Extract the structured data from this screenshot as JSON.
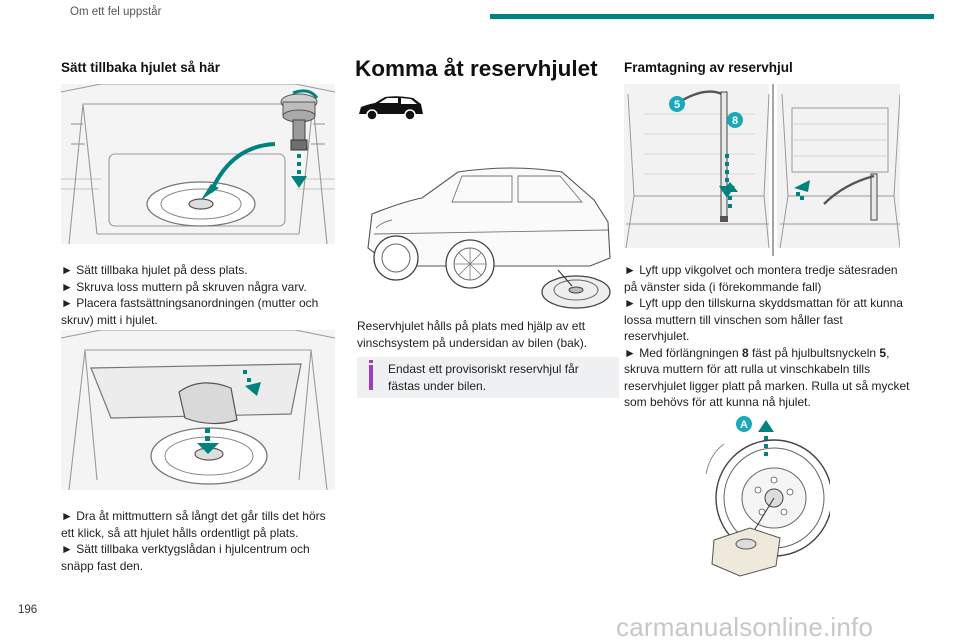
{
  "header": {
    "section": "Om ett fel uppstår",
    "page_number": "196"
  },
  "watermark": "carmanualsonline.info",
  "colors": {
    "accent": "#00827f",
    "info": "#a03cc0",
    "callout": "#1aa9b9"
  },
  "col1": {
    "heading": "Sätt tillbaka hjulet så här",
    "steps_a": [
      "► Sätt tillbaka hjulet på dess plats.",
      "► Skruva loss muttern på skruven några varv.",
      "► Placera fastsättningsanordningen (mutter och skruv) mitt i hjulet."
    ],
    "steps_b": [
      "► Dra åt mittmuttern så långt det går tills det hörs ett klick, så att hjulet hålls ordentligt på plats.",
      "► Sätt tillbaka verktygslådan i hjulcentrum och snäpp fast den."
    ]
  },
  "col2": {
    "heading": "Komma åt reservhjulet",
    "body": "Reservhjulet hålls på plats med hjälp av ett vinschsystem på undersidan av bilen (bak).",
    "note": "Endast ett provisoriskt reservhjul får fästas under bilen.",
    "car_icon": "suv-silhouette-icon"
  },
  "col3": {
    "heading": "Framtagning av reservhjul",
    "callouts": {
      "five": "5",
      "eight": "8",
      "a": "A"
    },
    "steps": [
      "► Lyft upp vikgolvet och montera tredje sätesraden på vänster sida (i förekommande fall)",
      "► Lyft upp den tillskurna skyddsmattan för att kunna lossa muttern till vinschen som håller fast reservhjulet."
    ],
    "step3": {
      "pre": "► Med förlängningen ",
      "b1": "8",
      "mid": " fäst på hjulbultsnyckeln ",
      "b2": "5",
      "post": ", skruva muttern för att rulla ut vinschkabeln tills reservhjulet ligger platt på marken. Rulla ut så mycket som behövs för att kunna nå hjulet."
    }
  }
}
